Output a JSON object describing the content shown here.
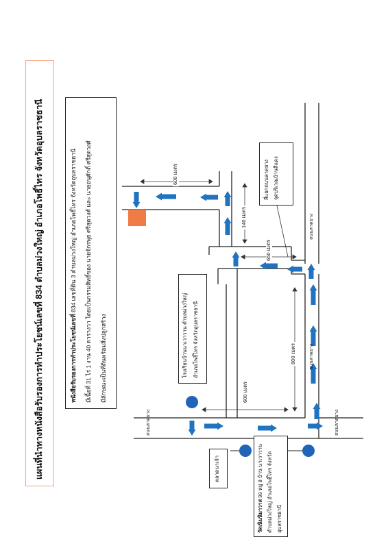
{
  "title": "แผนที่นำทางหนังสือรับรองการทำประโยชน์เลขที่ 834 ตำบลม่วงใหญ่ อำเภอโพธิ์ไทร จังหวัดอุบลราชธานี",
  "info": {
    "line1_bold": "หนังสือรับรองการทำประโยชน์เลขที่",
    "line1_rest": "834 เลขที่ดิน 3 ตำบลม่วงใหญ่ อำเภอโพธิ์ไทร จังหวัดอุบลราชธานี",
    "line2": "มีเนื้อที่ 31 ไร่ 1 งาน 40 ตารางวา โดยเป็นกรรมสิทธิ์ของ นายจักรพุธ ศรีสุดวงศ์ และ นายอนุศักดิ์ ศรีสุดวงศ์",
    "line3": "มีลักษณะเป็นที่ดินพร้อมสิ่งปลูกสร้าง"
  },
  "landmarks": {
    "school_line1": "โรงเรียนบ้านนาเวาวาน ตำบลม่วงใหญ่",
    "school_line2": "อำเภอโพธิ์ไทร จังหวัดอุบลราชธานี",
    "temple_bold": "วัดเนินนิมาวาส",
    "temple_line1": "99 หมู่ 8 บ้าน นาเวาวาน",
    "temple_line2": "ตำบลม่วงใหญ่ อำเภอโพธิ์ไทร จังหวัด",
    "temple_line3": "อุบลราชธานี",
    "pond_line1": "สี่แยกถนนลาดยาง",
    "pond_line2": "จุดบริเวณบ้านสีแดง",
    "market": "ตลาดนาเจ้า"
  },
  "distances": {
    "d600_top": "600 เมตร",
    "d140": "140 เมตร",
    "d650": "650 เมตร",
    "d800": "800 เมตร",
    "d600_bottom": "600 เมตร"
  },
  "roads": {
    "right_main": "ถนนลาดยาง",
    "middle_road": "ถนนลาดยาง",
    "bottom_left": "ถนนลาดยาง",
    "bottom_right": "ถนนลาดยาง"
  },
  "colors": {
    "route_arrow": "#1f73c1",
    "target_plot": "#f07c45",
    "title_border": "#f2a27c",
    "road_line": "#222222",
    "landmark_dot": "#1f64b8"
  },
  "icons": [
    "route-arrow-icon",
    "target-plot-icon",
    "landmark-dot-icon"
  ]
}
